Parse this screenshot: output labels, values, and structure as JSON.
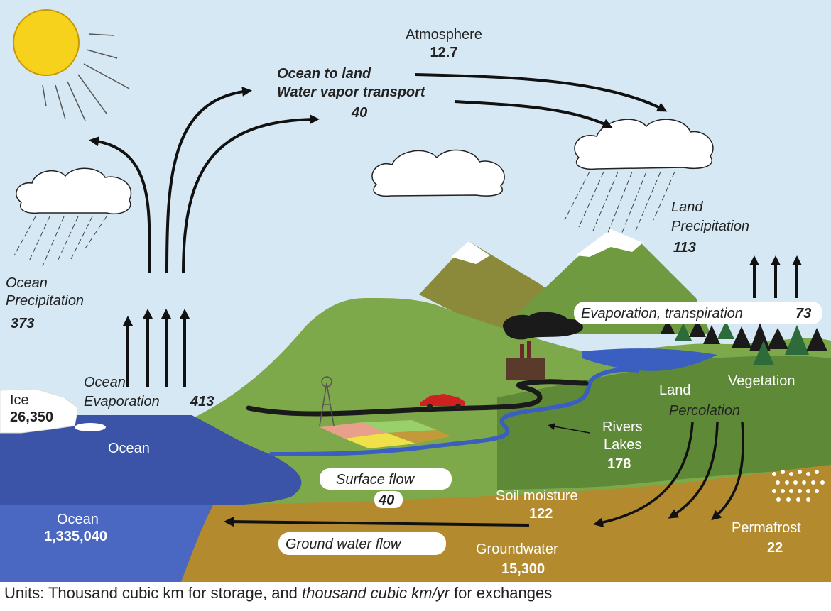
{
  "atmosphere": {
    "label": "Atmosphere",
    "value": "12.7"
  },
  "transport": {
    "line1": "Ocean to land",
    "line2": "Water vapor transport",
    "value": "40"
  },
  "ocean_precip": {
    "line1": "Ocean",
    "line2": "Precipitation",
    "value": "373"
  },
  "ocean_evap": {
    "line1": "Ocean",
    "line2": "Evaporation",
    "value": "413"
  },
  "land_precip": {
    "line1": "Land",
    "line2": "Precipitation",
    "value": "113"
  },
  "evapotranspiration": {
    "label": "Evaporation, transpiration",
    "value": "73"
  },
  "ice": {
    "label": "Ice",
    "value": "26,350"
  },
  "ocean_surface": {
    "label": "Ocean"
  },
  "ocean_deep": {
    "label": "Ocean",
    "value": "1,335,040"
  },
  "vegetation": {
    "label": "Vegetation"
  },
  "land": {
    "label": "Land"
  },
  "percolation": {
    "label": "Percolation"
  },
  "rivers": {
    "line1": "Rivers",
    "line2": "Lakes",
    "value": "178"
  },
  "surface_flow": {
    "label": "Surface flow",
    "value": "40"
  },
  "soil": {
    "label": "Soil moisture",
    "value": "122"
  },
  "ground_flow": {
    "label": "Ground water flow"
  },
  "groundwater": {
    "label": "Groundwater",
    "value": "15,300"
  },
  "permafrost": {
    "label": "Permafrost",
    "value": "22"
  },
  "units": {
    "part1": "Units: Thousand cubic km for storage, and ",
    "part2": "thousand cubic km/yr",
    "part3": " for exchanges"
  },
  "colors": {
    "sky": "#d6e8f4",
    "ocean": "#3b54a8",
    "deep_ocean": "#4a68c2",
    "grass": "#7ea94a",
    "soil": "#b38a2e",
    "river": "#3a5fc0"
  }
}
